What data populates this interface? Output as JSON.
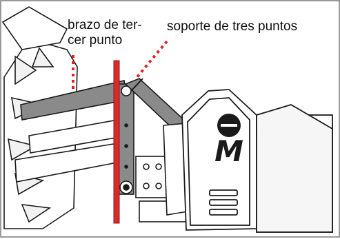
{
  "labels": {
    "third_point_arm_line1": "brazo de ter-",
    "third_point_arm_line2": "cer punto",
    "three_point_support": "soporte de tres puntos"
  },
  "logo": {
    "letter": "M"
  },
  "colors": {
    "leader": "#e02424",
    "highlight_bar": "#d92a2a",
    "outline": "#1a1a1a",
    "arm_fill": "#8a8a8a",
    "body_fill": "#ffffff"
  },
  "icons": [
    "logo-icon"
  ]
}
